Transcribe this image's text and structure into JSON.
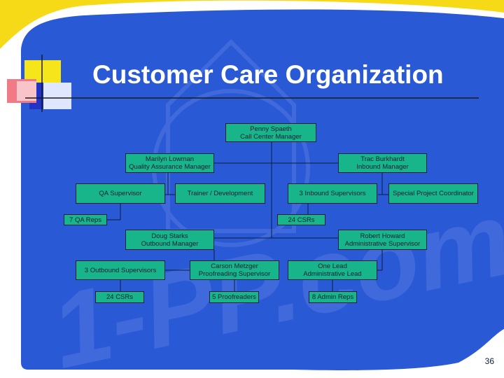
{
  "slide": {
    "title": "Customer Care Organization",
    "page_number": "36",
    "watermark": "1-PP.com",
    "colors": {
      "background": "#2a59d6",
      "box_fill": "#19b58a",
      "accent_yellow": "#f6d917",
      "title_text": "#ffffff"
    }
  },
  "org": {
    "ceo": {
      "name": "Penny Spaeth",
      "role": "Call Center Manager"
    },
    "qa_manager": {
      "name": "Marilyn Lowman",
      "role": "Quality Assurance Manager"
    },
    "inbound_manager": {
      "name": "Trac Burkhardt",
      "role": "Inbound Manager"
    },
    "qa_supervisor": {
      "label": "QA Supervisor"
    },
    "trainer": {
      "label": "Trainer / Development"
    },
    "inbound_supervisors": {
      "label": "3 Inbound Supervisors"
    },
    "special_project": {
      "label": "Special Project Coordinator"
    },
    "qa_reps": {
      "label": "7 QA Reps"
    },
    "inbound_csrs": {
      "label": "24 CSRs"
    },
    "outbound_manager": {
      "name": "Doug Starks",
      "role": "Outbound Manager"
    },
    "admin_supervisor": {
      "name": "Robert Howard",
      "role": "Administrative Supervisor"
    },
    "outbound_supervisors": {
      "label": "3 Outbound Supervisors"
    },
    "proofreading_supervisor": {
      "name": "Carson Metzger",
      "role": "Proofreading Supervisor"
    },
    "admin_lead": {
      "name": "One Lead",
      "role": "Administrative Lead"
    },
    "outbound_csrs": {
      "label": "24 CSRs"
    },
    "proofreaders": {
      "label": "5 Proofreaders"
    },
    "admin_reps": {
      "label": "8 Admin Reps"
    }
  }
}
